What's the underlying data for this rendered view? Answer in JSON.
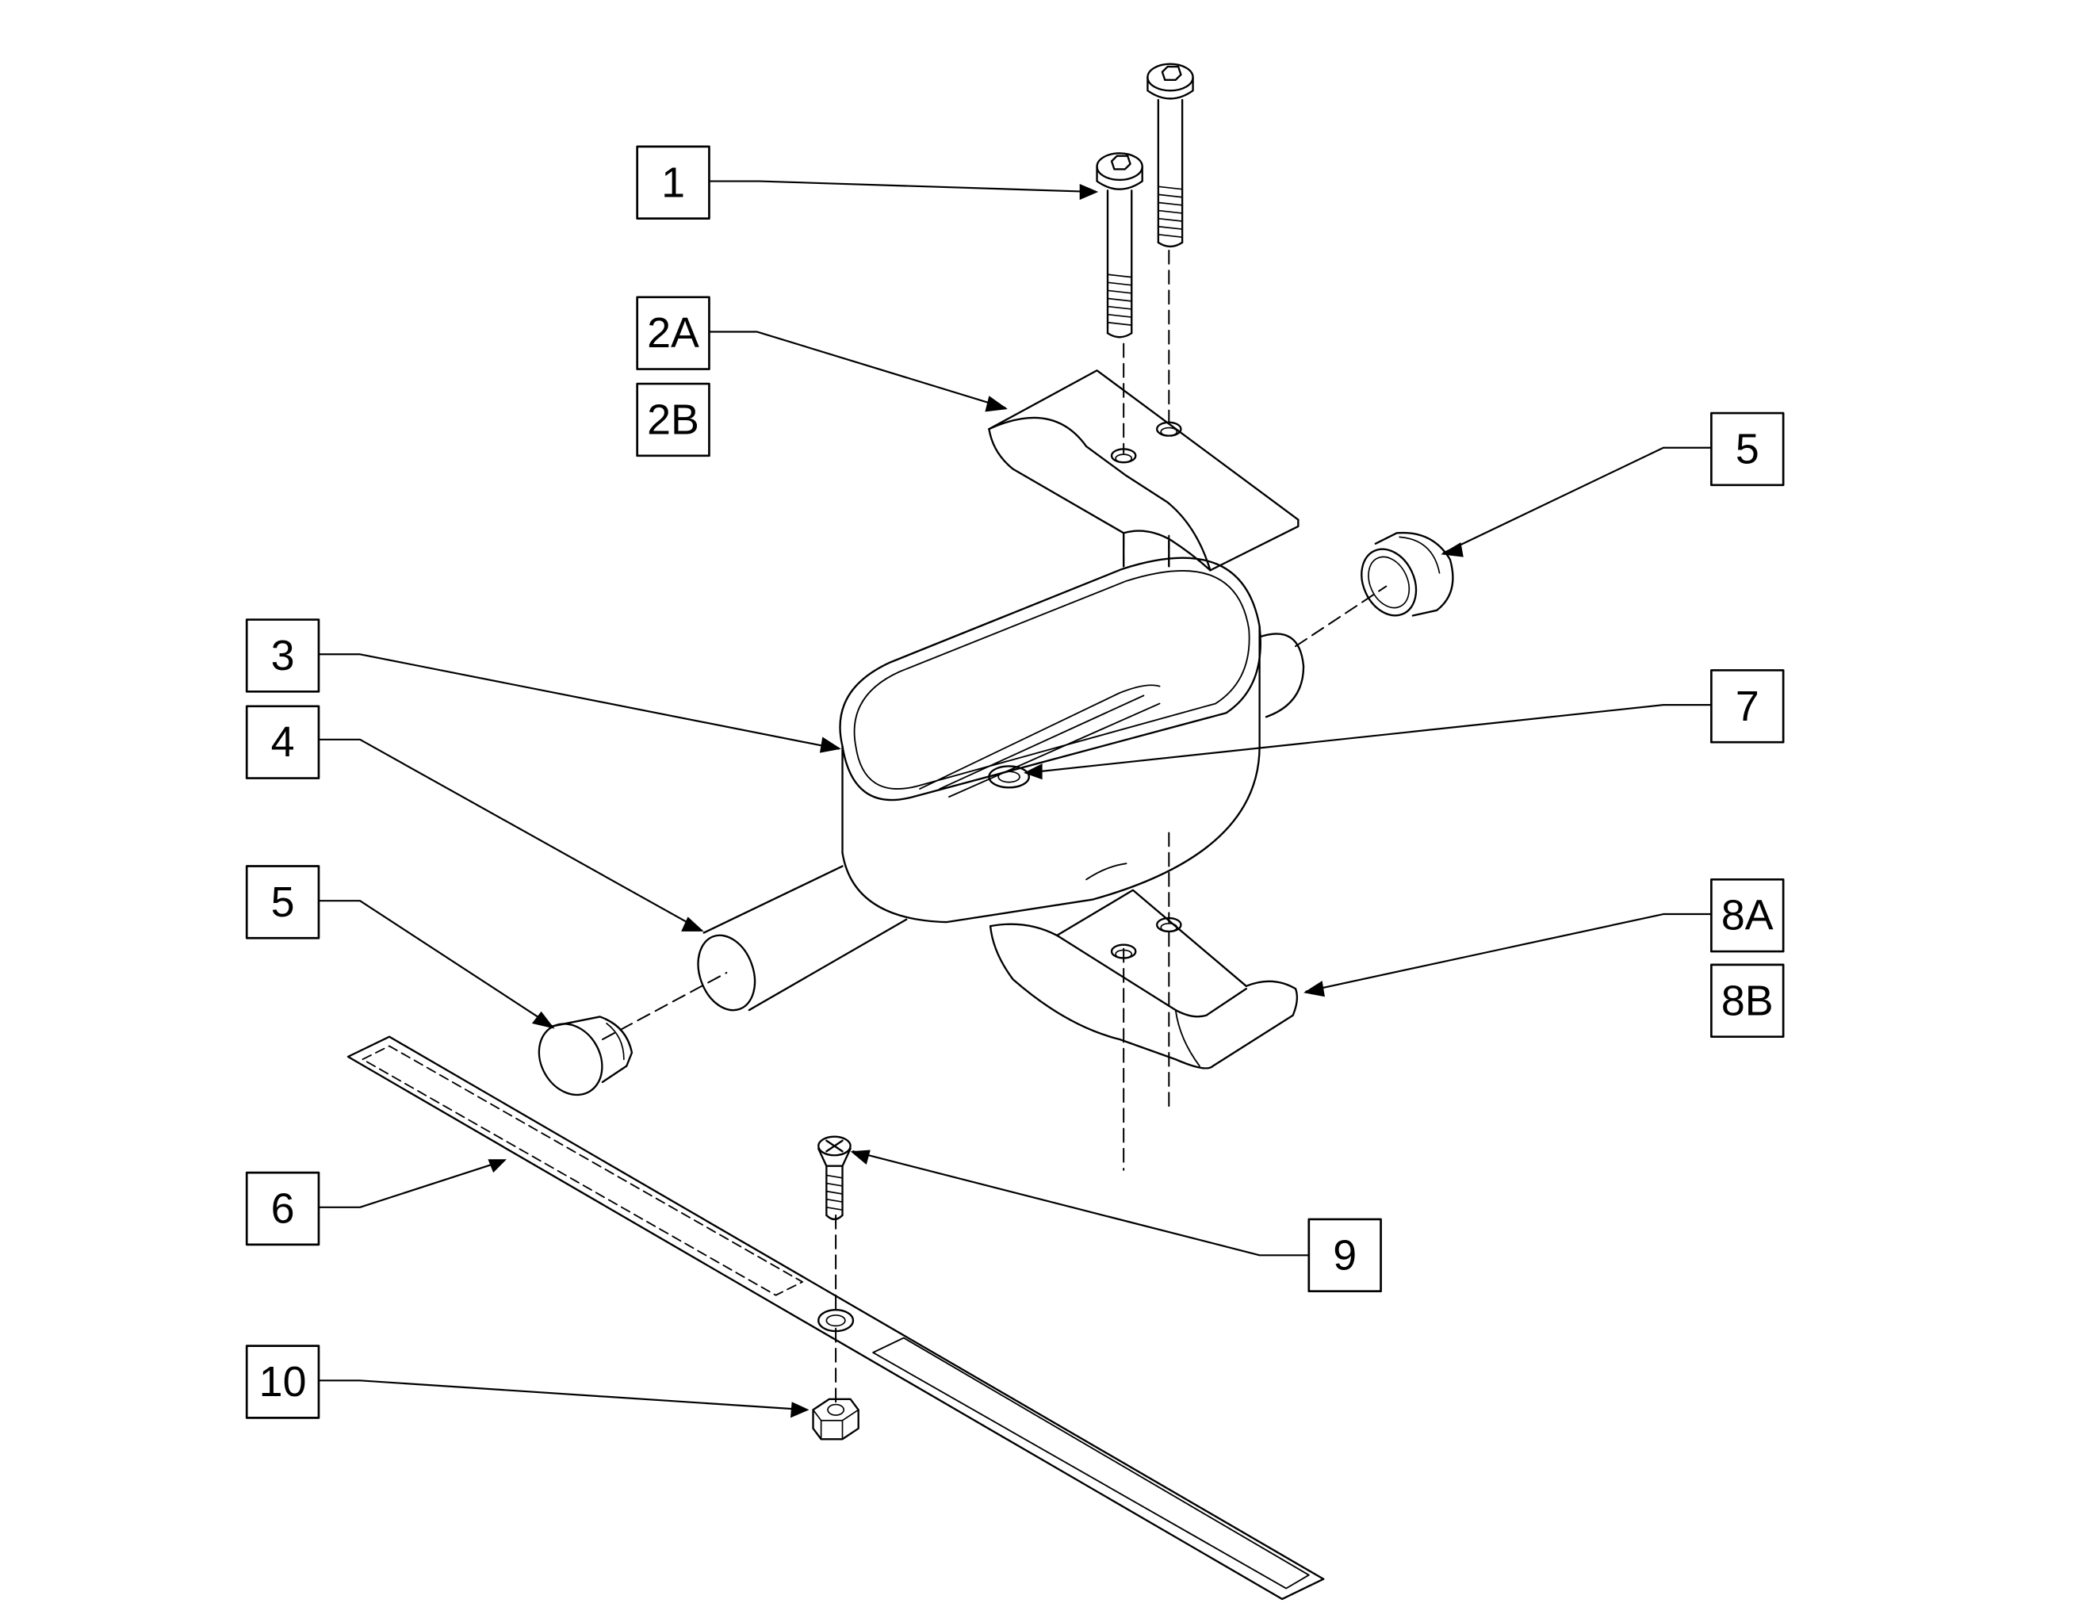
{
  "diagram": {
    "callouts": {
      "c1": "1",
      "c2a": "2A",
      "c2b": "2B",
      "c3": "3",
      "c4": "4",
      "c5_left": "5",
      "c5_right": "5",
      "c6": "6",
      "c7": "7",
      "c8a": "8A",
      "c8b": "8B",
      "c9": "9",
      "c10": "10"
    }
  }
}
